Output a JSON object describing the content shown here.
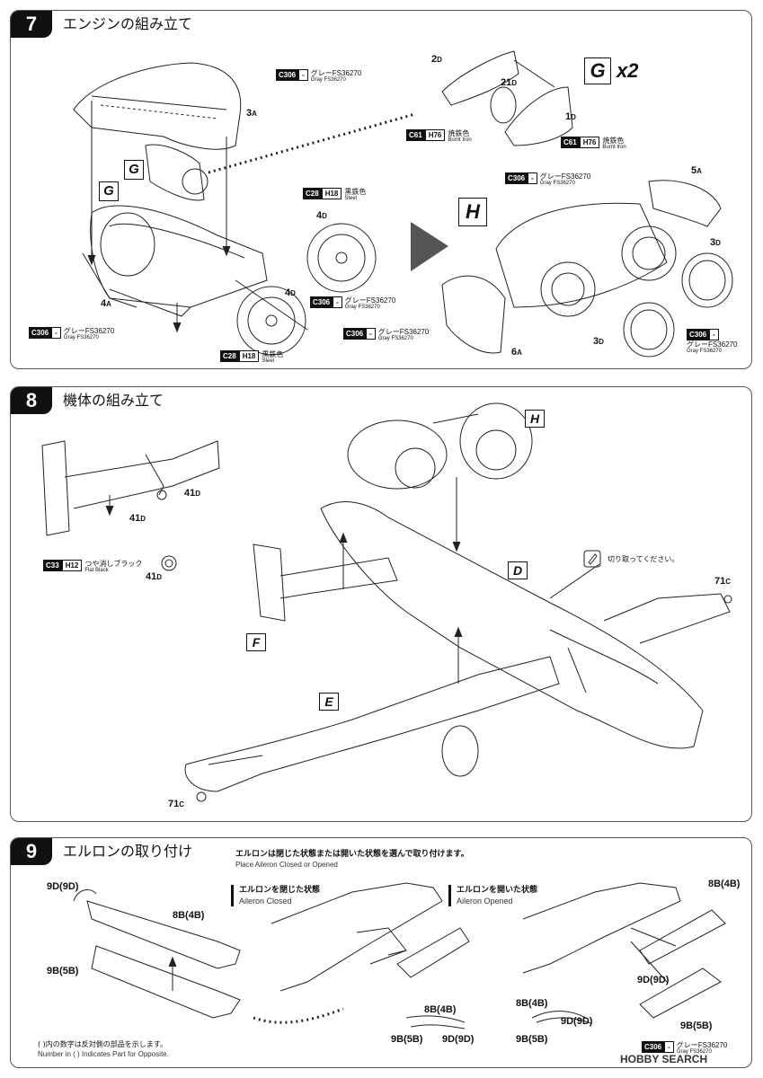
{
  "steps": {
    "s7": {
      "number": "7",
      "title": "エンジンの組み立て"
    },
    "s8": {
      "number": "8",
      "title": "機体の組み立て"
    },
    "s9": {
      "number": "9",
      "title": "エルロンの取り付け"
    }
  },
  "parts7": {
    "p3a": "3",
    "p3a_sub": "A",
    "p4a": "4",
    "p4a_sub": "A",
    "p4d_a": "4",
    "p4d_a_sub": "D",
    "p4d_b": "4",
    "p4d_b_sub": "D",
    "p2d": "2",
    "p2d_sub": "D",
    "p21d": "21",
    "p21d_sub": "D",
    "p1d": "1",
    "p1d_sub": "D",
    "p5a": "5",
    "p5a_sub": "A",
    "p3d_a": "3",
    "p3d_a_sub": "D",
    "p3d_b": "3",
    "p3d_b_sub": "D",
    "p6a": "6",
    "p6a_sub": "A"
  },
  "subassemblies": {
    "g": "G",
    "h": "H",
    "d": "D",
    "e": "E",
    "f": "F",
    "g_count": "x2"
  },
  "paints": {
    "gray": {
      "code": "C306",
      "h": "-",
      "jp": "グレーFS36270",
      "en": "Gray FS36270"
    },
    "burnt": {
      "code": "C61",
      "h": "H76",
      "jp": "焼鉄色",
      "en": "Burnt Iron"
    },
    "steel": {
      "code": "C28",
      "h": "H18",
      "jp": "黒鉄色",
      "en": "Steel"
    },
    "flat_black": {
      "code": "C33",
      "h": "H12",
      "jp": "つや消しブラック",
      "en": "Flat Black"
    }
  },
  "parts8": {
    "p41d_a": "41",
    "p41d_a_sub": "D",
    "p41d_b": "41",
    "p41d_b_sub": "D",
    "p41d_c": "41",
    "p41d_c_sub": "D",
    "p71c_a": "71",
    "p71c_a_sub": "C",
    "p71c_b": "71",
    "p71c_b_sub": "C",
    "cut_note": "切り取ってください。"
  },
  "step9": {
    "instruction_jp": "エルロンは閉じた状態または開いた状態を選んで取り付けます。",
    "instruction_en": "Place Aileron Closed or Opened",
    "closed_jp": "エルロンを閉じた状態",
    "closed_en": "Aileron Closed",
    "opened_jp": "エルロンを開いた状態",
    "opened_en": "Aileron Opened",
    "p9d9d": "9D(9D)",
    "p8b4b": "8B(4B)",
    "p9b5b": "9B(5B)",
    "footnote_jp": "( )内の数字は反対側の部品を示します。",
    "footnote_en": "Number in ( ) Indicates Part for Opposite."
  },
  "watermark": "HOBBY SEARCH"
}
